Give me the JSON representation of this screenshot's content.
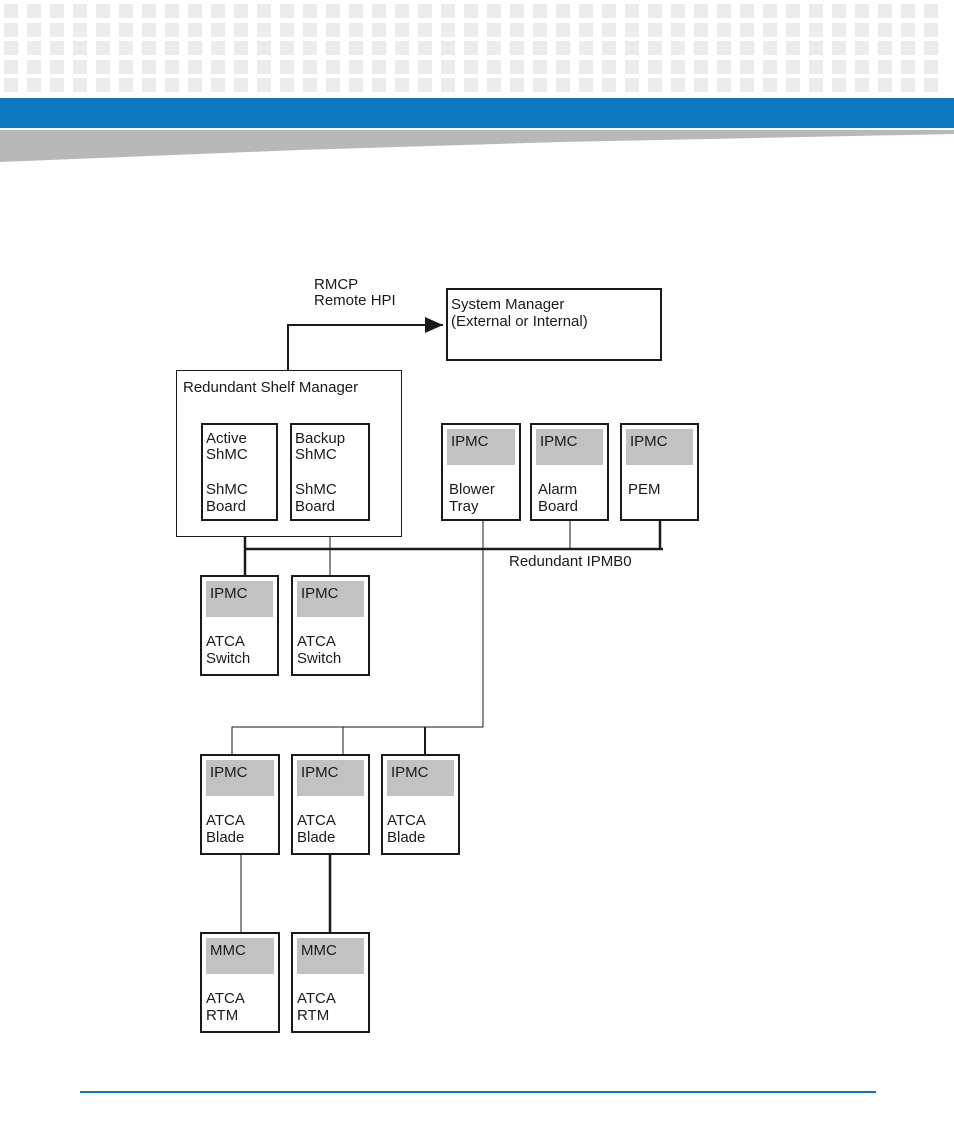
{
  "diagram": {
    "rmcp_label": "RMCP",
    "remote_hpi_label": "Remote HPI",
    "system_manager": {
      "line1": "System Manager",
      "line2": "(External or Internal)"
    },
    "shelf_manager": {
      "title": "Redundant Shelf Manager",
      "active": {
        "line1": "Active",
        "line2": "ShMC",
        "line3": "ShMC",
        "line4": "Board"
      },
      "backup": {
        "line1": "Backup",
        "line2": "ShMC",
        "line3": "ShMC",
        "line4": "Board"
      }
    },
    "ipmb_label": "Redundant IPMB0",
    "top_units": [
      {
        "controller": "IPMC",
        "line1": "Blower",
        "line2": "Tray"
      },
      {
        "controller": "IPMC",
        "line1": "Alarm",
        "line2": "Board"
      },
      {
        "controller": "IPMC",
        "line1": "PEM",
        "line2": ""
      }
    ],
    "switches": [
      {
        "controller": "IPMC",
        "line1": "ATCA",
        "line2": "Switch"
      },
      {
        "controller": "IPMC",
        "line1": "ATCA",
        "line2": "Switch"
      }
    ],
    "blades": [
      {
        "controller": "IPMC",
        "line1": "ATCA",
        "line2": "Blade"
      },
      {
        "controller": "IPMC",
        "line1": "ATCA",
        "line2": "Blade"
      },
      {
        "controller": "IPMC",
        "line1": "ATCA",
        "line2": "Blade"
      }
    ],
    "rtms": [
      {
        "controller": "MMC",
        "line1": "ATCA",
        "line2": "RTM"
      },
      {
        "controller": "MMC",
        "line1": "ATCA",
        "line2": "RTM"
      }
    ]
  },
  "colors": {
    "accent_blue": "#0b78bf",
    "controller_gray": "#c2c2c2",
    "header_gray": "#b8b8b8"
  }
}
